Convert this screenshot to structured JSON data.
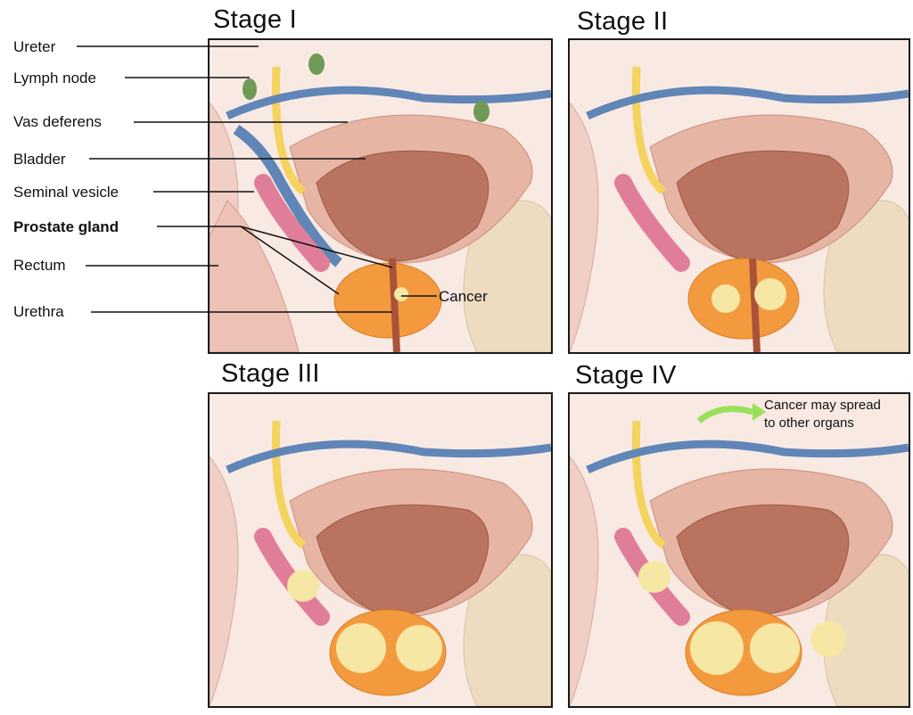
{
  "stages": [
    {
      "title": "Stage I"
    },
    {
      "title": "Stage II"
    },
    {
      "title": "Stage III"
    },
    {
      "title": "Stage IV"
    }
  ],
  "labels": {
    "ureter": "Ureter",
    "lymph_node": "Lymph node",
    "vas_deferens": "Vas deferens",
    "bladder": "Bladder",
    "seminal_vesicle": "Seminal vesicle",
    "prostate_gland": "Prostate gland",
    "rectum": "Rectum",
    "urethra": "Urethra",
    "cancer": "Cancer"
  },
  "annotations": {
    "spread_line1": "Cancer may spread",
    "spread_line2": "to other organs"
  },
  "colors": {
    "tissue_bg": "#f9e9e3",
    "bladder": "#d9a08c",
    "bladder_inner": "#b9735e",
    "prostate": "#f39a3e",
    "ureter_yellow": "#f4d35e",
    "vas_blue": "#5f86b6",
    "seminal_pink": "#e07e9a",
    "lymph_green": "#6f9a55",
    "cancer": "#f6e7a4",
    "bone": "#eddcc0",
    "spread_arrow": "#9be05a"
  }
}
